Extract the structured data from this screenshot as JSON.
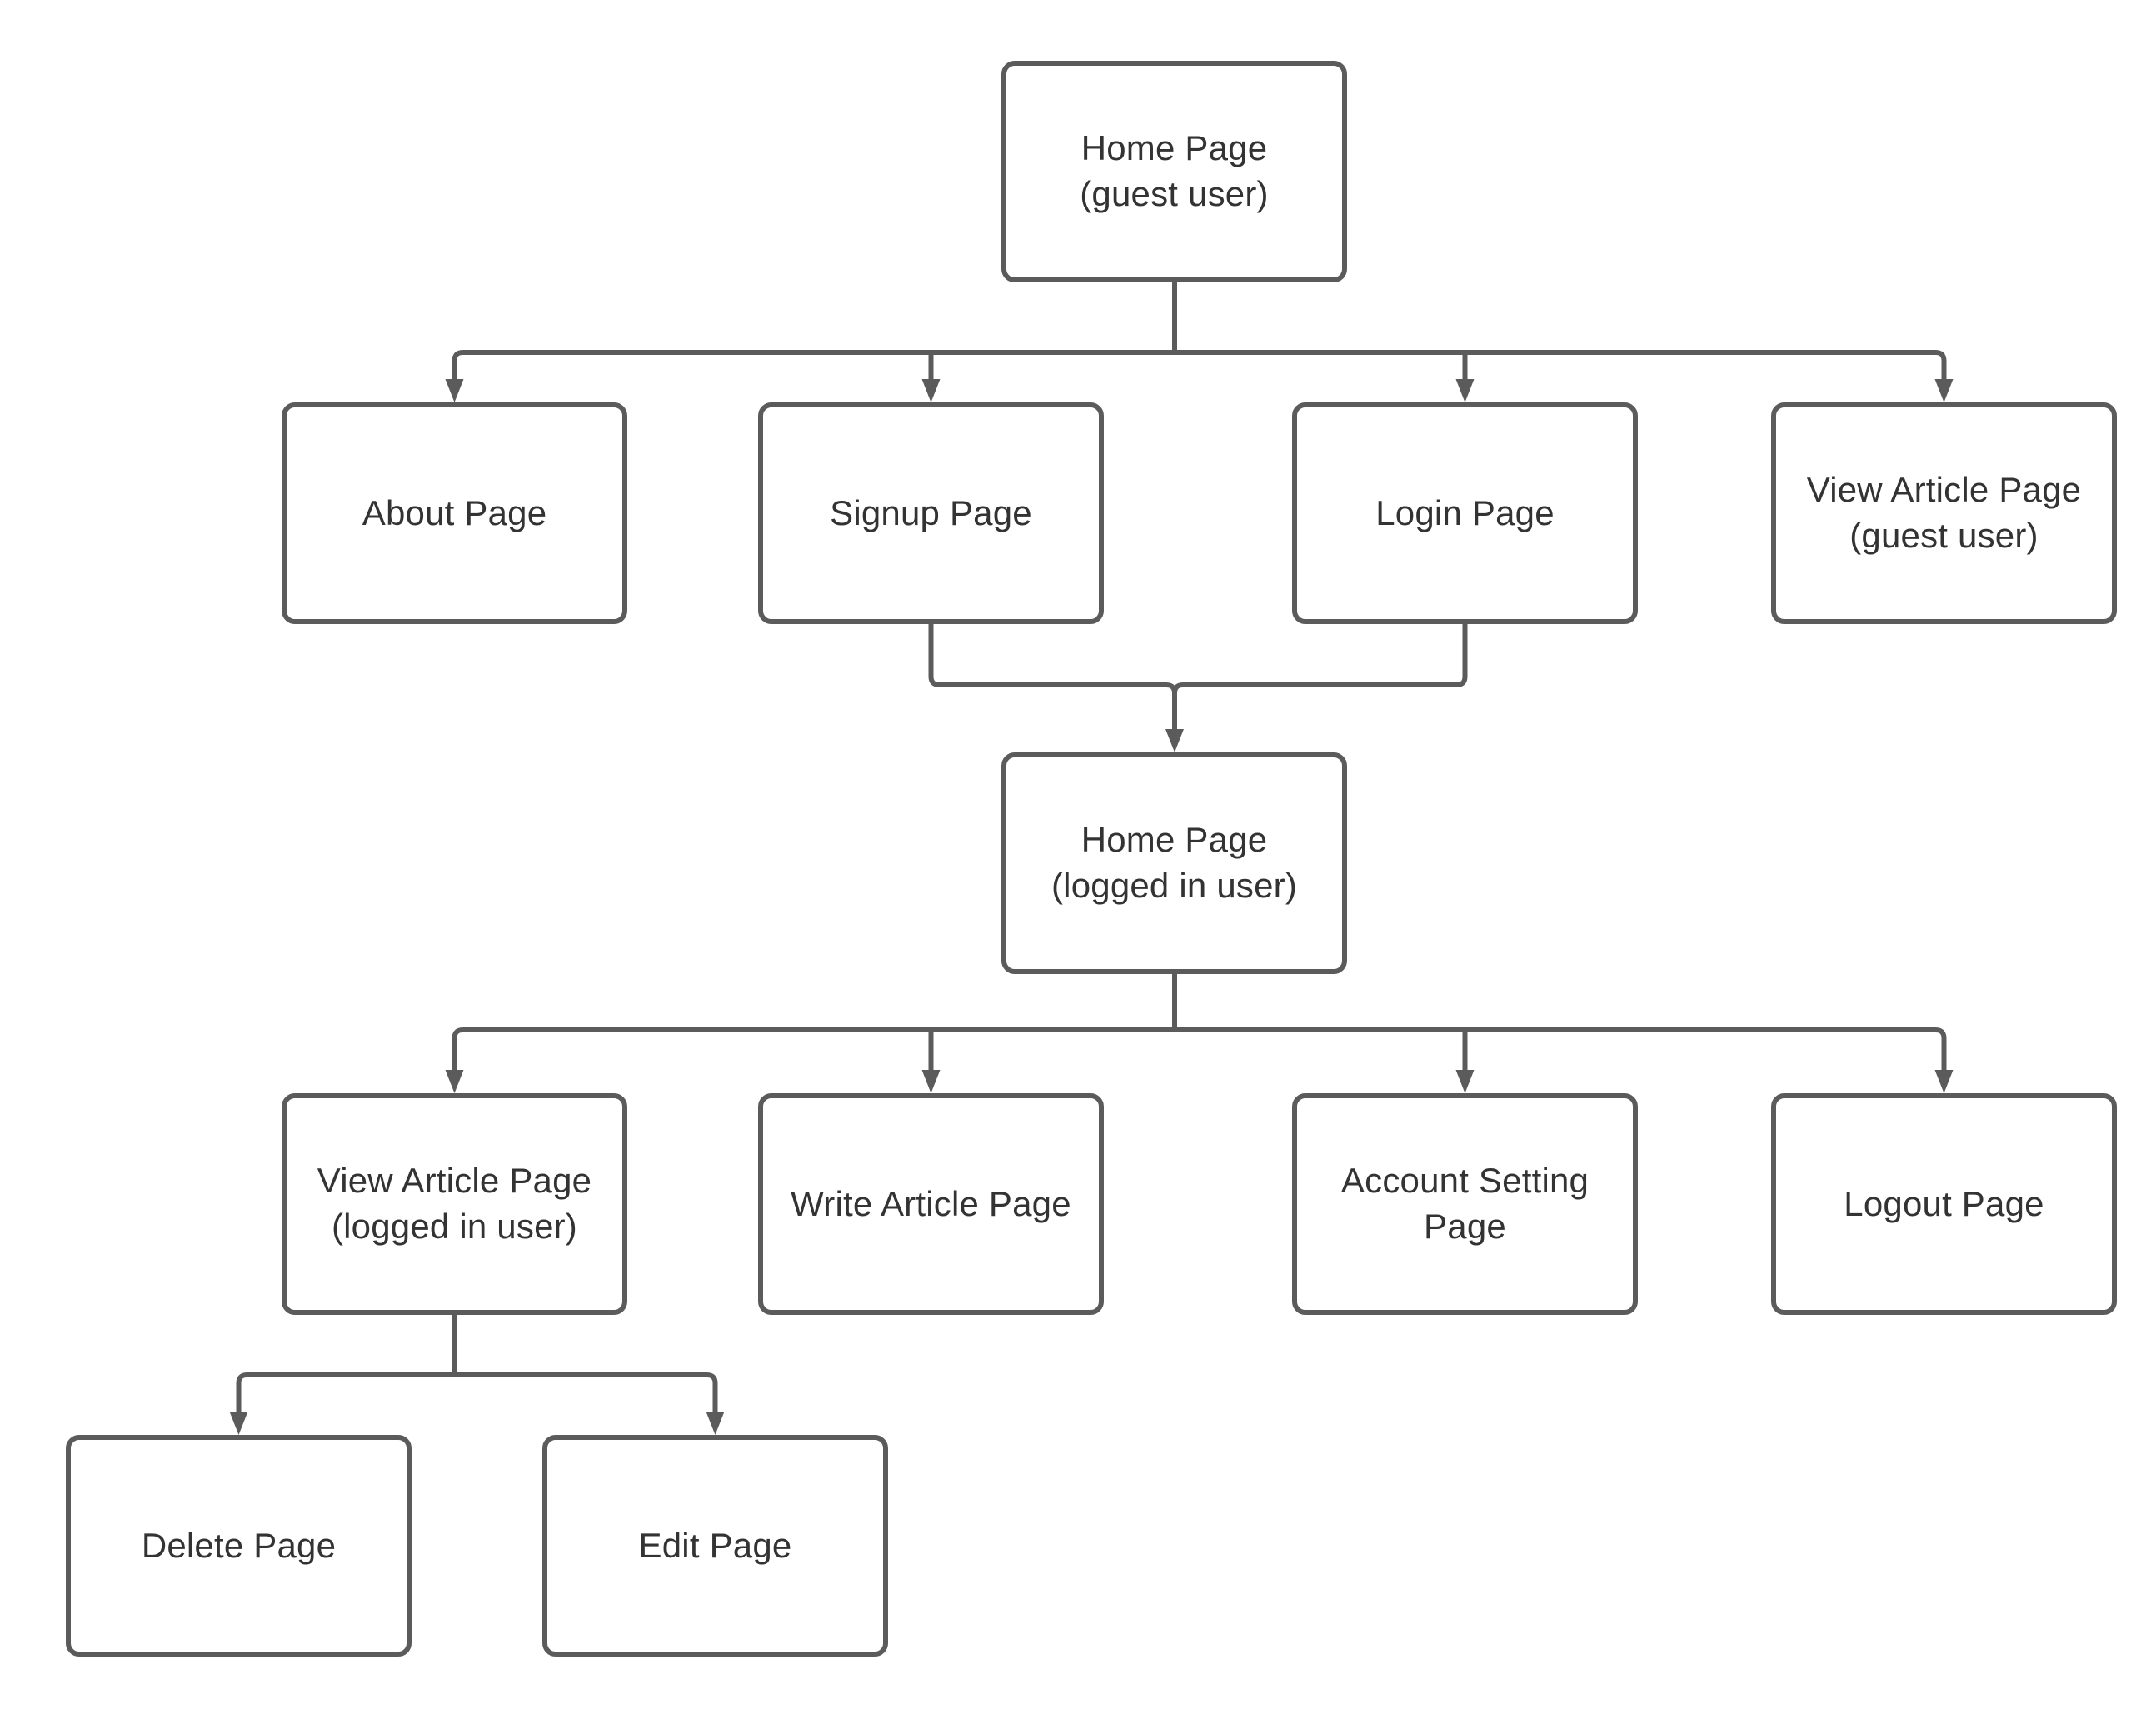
{
  "diagram": {
    "type": "sitemap-flowchart",
    "background": "#ffffff",
    "colors": {
      "box_border": "#5b5b5b",
      "box_fill": "#ffffff",
      "connector": "#5b5b5b",
      "text": "#333333"
    },
    "nodes": [
      {
        "id": "home-guest",
        "label": "Home Page\n(guest user)"
      },
      {
        "id": "about",
        "label": "About Page"
      },
      {
        "id": "signup",
        "label": "Signup Page"
      },
      {
        "id": "login",
        "label": "Login Page"
      },
      {
        "id": "view-article-guest",
        "label": "View Article Page\n(guest user)"
      },
      {
        "id": "home-logged-in",
        "label": "Home Page\n(logged in user)"
      },
      {
        "id": "view-article-logged",
        "label": "View Article Page\n(logged in user)"
      },
      {
        "id": "write-article",
        "label": "Write Article Page"
      },
      {
        "id": "account-setting",
        "label": "Account Setting\nPage"
      },
      {
        "id": "logout",
        "label": "Logout Page"
      },
      {
        "id": "delete",
        "label": "Delete Page"
      },
      {
        "id": "edit",
        "label": "Edit Page"
      }
    ],
    "edges": [
      {
        "from": "home-guest",
        "to": "about"
      },
      {
        "from": "home-guest",
        "to": "signup"
      },
      {
        "from": "home-guest",
        "to": "login"
      },
      {
        "from": "home-guest",
        "to": "view-article-guest"
      },
      {
        "from": "signup",
        "to": "home-logged-in"
      },
      {
        "from": "login",
        "to": "home-logged-in"
      },
      {
        "from": "home-logged-in",
        "to": "view-article-logged"
      },
      {
        "from": "home-logged-in",
        "to": "write-article"
      },
      {
        "from": "home-logged-in",
        "to": "account-setting"
      },
      {
        "from": "home-logged-in",
        "to": "logout"
      },
      {
        "from": "view-article-logged",
        "to": "delete"
      },
      {
        "from": "view-article-logged",
        "to": "edit"
      }
    ]
  }
}
